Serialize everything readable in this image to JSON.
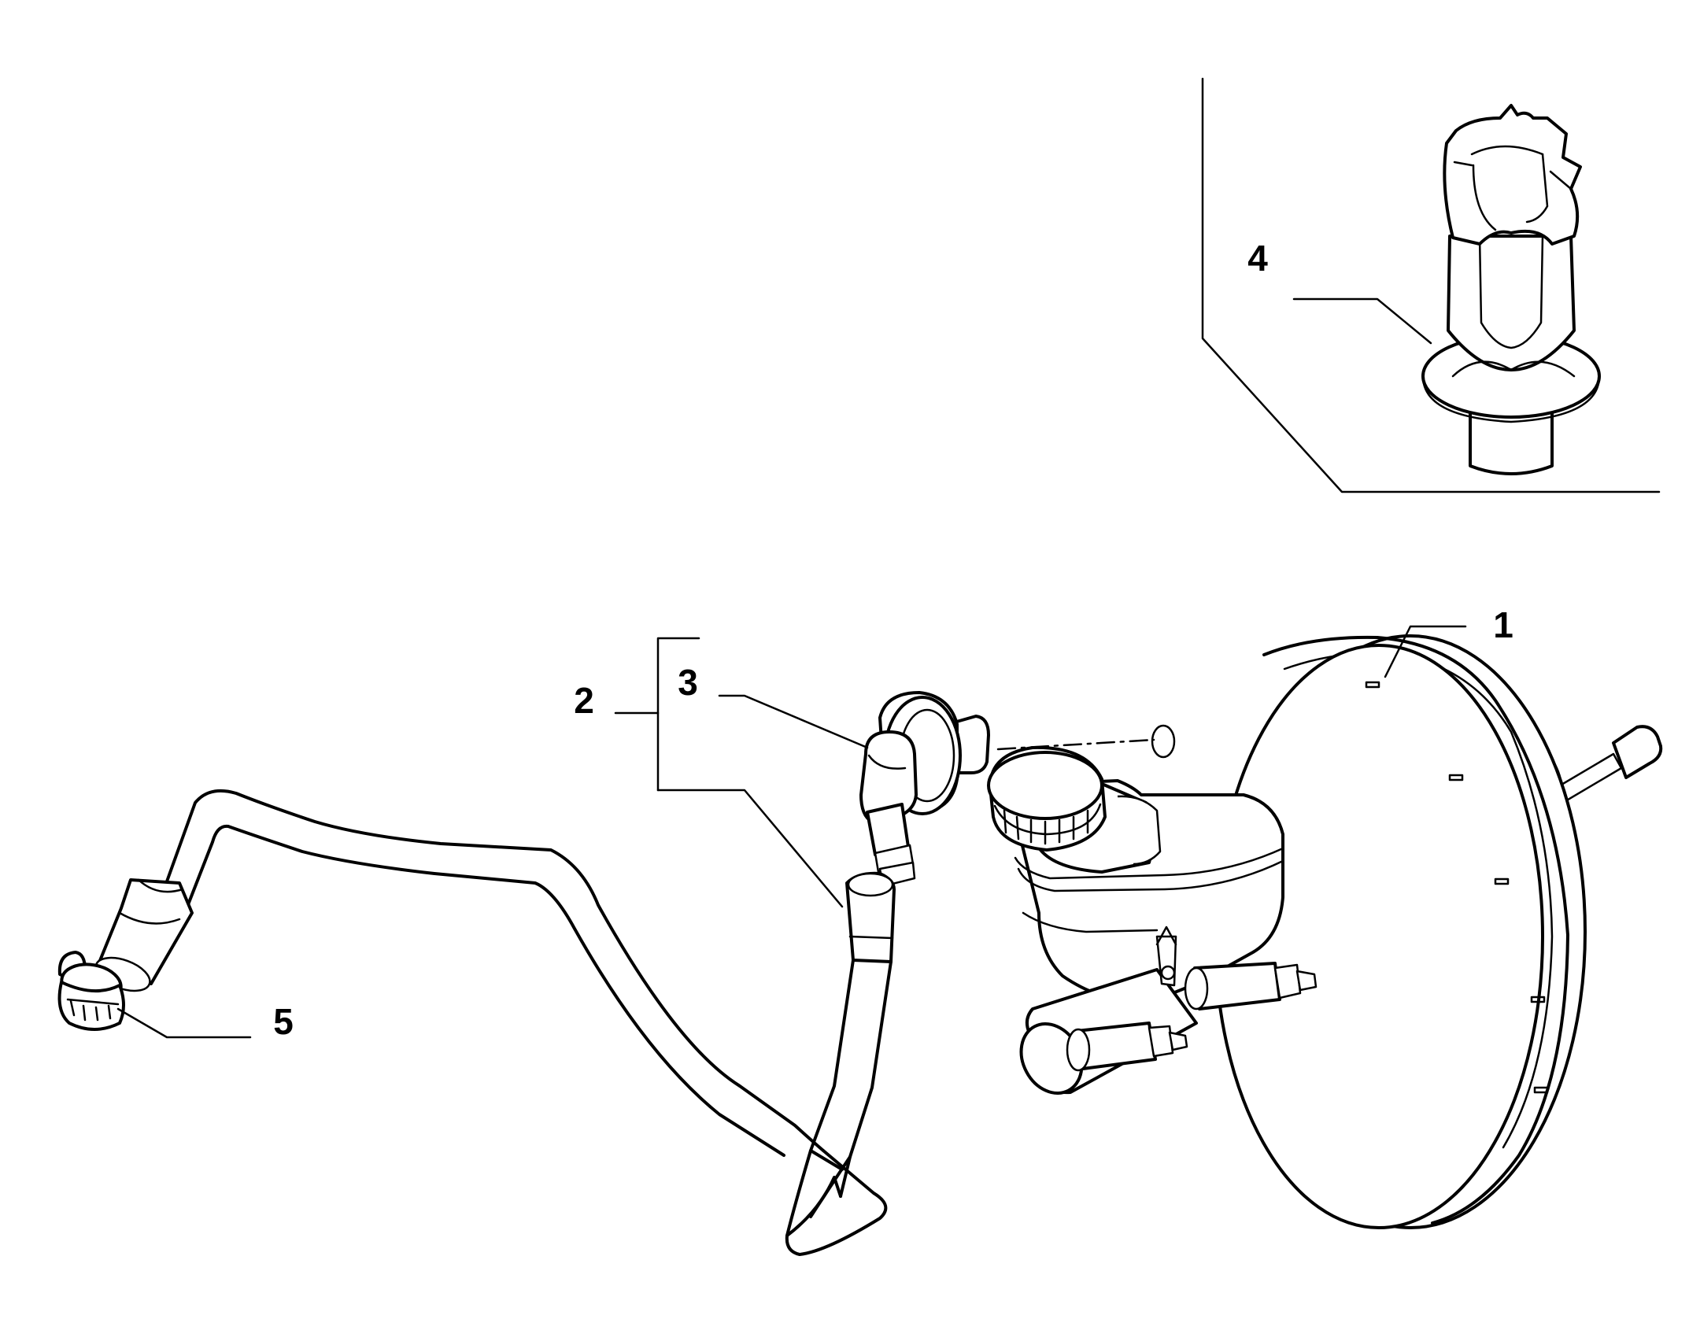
{
  "callouts": [
    {
      "id": "1",
      "text": "1"
    },
    {
      "id": "2",
      "text": "2"
    },
    {
      "id": "3",
      "text": "3"
    },
    {
      "id": "4",
      "text": "4"
    },
    {
      "id": "5",
      "text": "5"
    }
  ],
  "colors": {
    "stroke": "#000000",
    "background": "#ffffff"
  }
}
